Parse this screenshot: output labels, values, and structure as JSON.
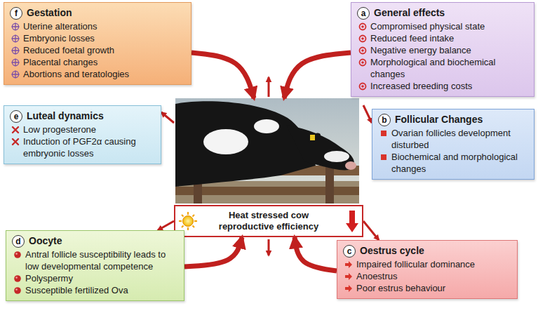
{
  "diagram": {
    "nodes": [
      {
        "text": [
          "f",
          "Gestation",
          "Uterine alterations",
          "Embryonic losses",
          "Reduced foetal growth",
          "Placental changes",
          "Abortions and teratologies"
        ]
      },
      {
        "text": [
          "a",
          "General effects",
          "Compromised physical state",
          "Reduced feed intake",
          "Negative energy balance",
          "Morphological and biochemical changes",
          "Increased breeding costs"
        ]
      },
      {
        "text": [
          "e",
          "Luteal dynamics",
          "Low progesterone",
          "Induction of PGF2α causing embryonic losses"
        ]
      },
      {
        "text": [
          "b",
          "Follicular Changes",
          "Ovarian follicles development disturbed",
          "Biochemical and morphological changes"
        ]
      },
      {
        "text": [
          "Heat stressed cow reproductive efficiency"
        ]
      },
      {
        "text": [
          "d",
          "Oocyte",
          "Antral follicle susceptibility leads to low developmental competence",
          "Polyspermy",
          "Susceptible fertilized Ova"
        ]
      },
      {
        "text": [
          "c",
          "Oestrus cycle",
          "Impaired follicular dominance",
          "Anoestrus",
          "Poor estrus behaviour"
        ]
      }
    ],
    "edges": [
      {
        "from": 0,
        "to": 4,
        "arrow": "to"
      },
      {
        "from": 1,
        "to": 4,
        "arrow": "to"
      },
      {
        "from": 4,
        "to": 2,
        "arrow": "to"
      },
      {
        "from": 4,
        "to": 3,
        "arrow": "to"
      },
      {
        "from": 4,
        "to": 5,
        "arrow": "to"
      },
      {
        "from": 5,
        "to": 4,
        "arrow": "to"
      },
      {
        "from": 4,
        "to": 6,
        "arrow": "to"
      },
      {
        "from": 6,
        "to": 4,
        "arrow": "to"
      }
    ]
  }
}
